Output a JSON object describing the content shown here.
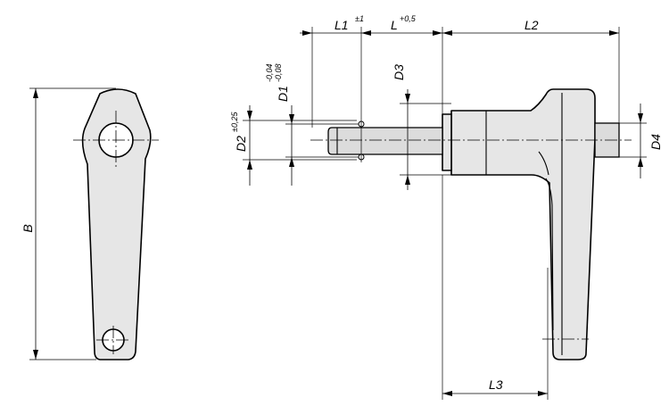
{
  "labels": {
    "B": "B",
    "L1": "L1",
    "L1_tol": "±1",
    "L": "L",
    "L_tol": "+0,5",
    "L2": "L2",
    "L3": "L3",
    "D1": "D1",
    "D1_tol_upper": "-0,04",
    "D1_tol_lower": "-0,08",
    "D2": "D2",
    "D2_tol": "±0,25",
    "D3": "D3",
    "D4": "D4"
  }
}
